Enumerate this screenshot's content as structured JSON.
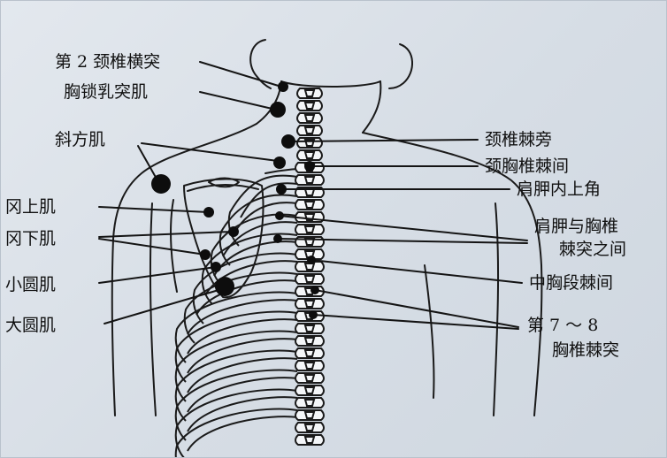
{
  "colors": {
    "ink": "#141414",
    "background": "#dde3ea"
  },
  "labels": {
    "c2_transverse": "第 2 颈椎横突",
    "sternocleidomastoid": "胸锁乳突肌",
    "trapezius": "斜方肌",
    "supraspinatus": "冈上肌",
    "infraspinatus": "冈下肌",
    "teres_minor": "小圆肌",
    "teres_major": "大圆肌",
    "cervical_spinous_side": "颈椎棘旁",
    "cervicothoracic_interspinous": "颈胸椎棘间",
    "scapula_superior_angle": "肩胛内上角",
    "scapula_thoracic_line1": "肩胛与胸椎",
    "scapula_thoracic_line2": "棘突之间",
    "mid_thoracic_interspinous": "中胸段棘间",
    "t7_8_line1": "第 7 ～ 8",
    "t7_8_line2": "胸椎棘突"
  }
}
